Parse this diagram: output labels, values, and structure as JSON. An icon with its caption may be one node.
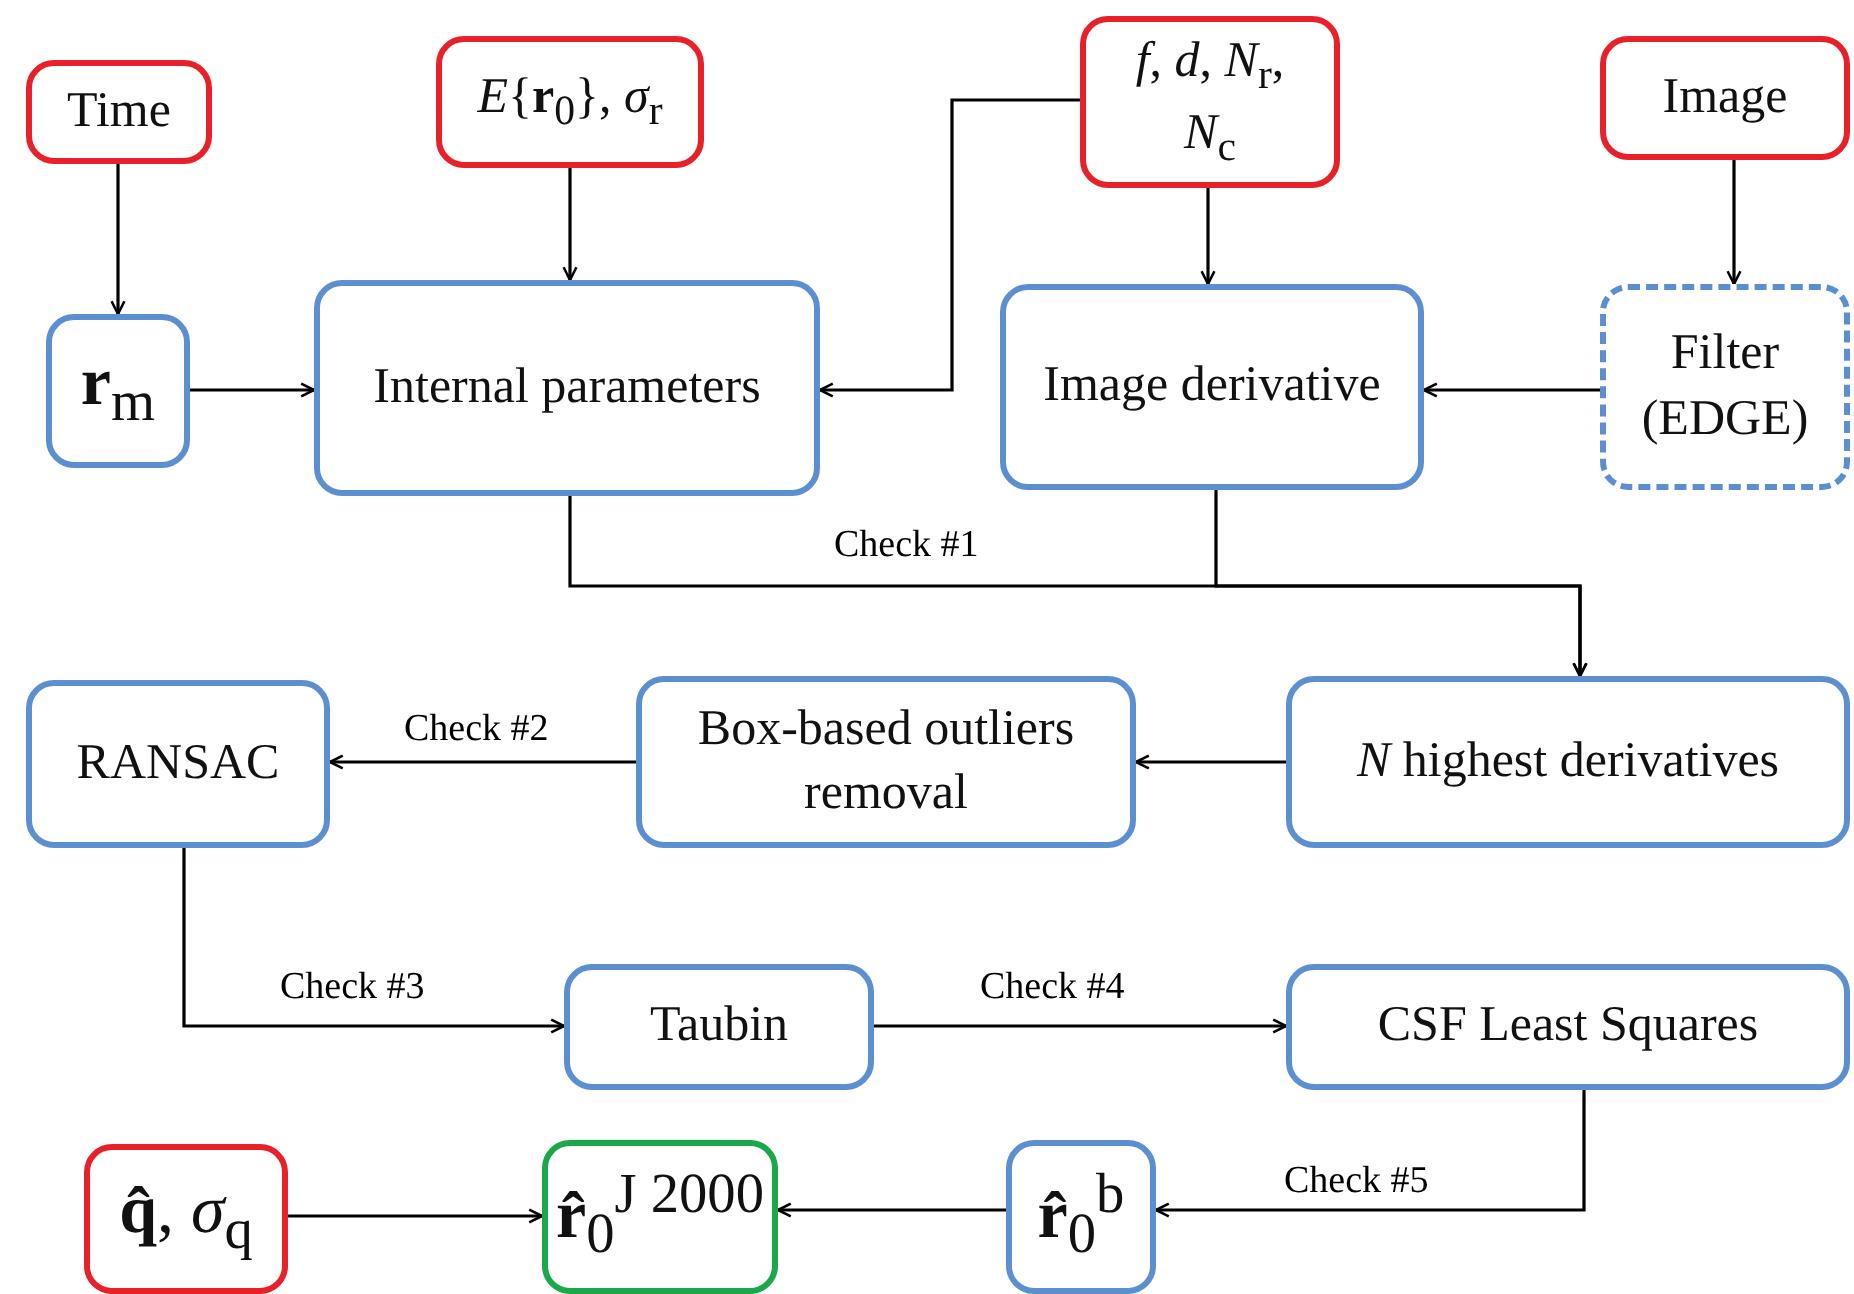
{
  "diagram": {
    "nodes": [
      {
        "text": [
          "Time"
        ]
      },
      {
        "text": [
          "*E*{**r**$_{0}$}, *σ*$_{r}$"
        ]
      },
      {
        "text": [
          "*f*, *d*, *N*$_{r}$, *N*$_{c}$"
        ]
      },
      {
        "text": [
          "Image"
        ]
      },
      {
        "text": [
          "**r**$_{m}$"
        ]
      },
      {
        "text": [
          "Internal parameters"
        ]
      },
      {
        "text": [
          "Image derivative"
        ]
      },
      {
        "text": [
          "Filter (EDGE)"
        ]
      },
      {
        "text": [
          "RANSAC"
        ]
      },
      {
        "text": [
          "Box-based outliers removal"
        ]
      },
      {
        "text": [
          "*N* highest derivatives"
        ]
      },
      {
        "text": [
          "Taubin"
        ]
      },
      {
        "text": [
          "CSF Least Squares"
        ]
      },
      {
        "text": [
          "**q̂**, *σ*$_{q}$"
        ]
      },
      {
        "text": [
          "**r̂**$_{0}$$^{J 2000}$"
        ]
      },
      {
        "text": [
          "**r̂**$_{0}$$^{b}$"
        ]
      }
    ],
    "edges": [
      {
        "from": 0,
        "to": 4,
        "arrow": "to"
      },
      {
        "from": 1,
        "to": 5,
        "arrow": "to"
      },
      {
        "from": 2,
        "to": 5,
        "arrow": "to"
      },
      {
        "from": 2,
        "to": 6,
        "arrow": "to"
      },
      {
        "from": 3,
        "to": 7,
        "arrow": "to"
      },
      {
        "from": 4,
        "to": 5,
        "arrow": "to"
      },
      {
        "from": 7,
        "to": 6,
        "arrow": "to"
      },
      {
        "from": 5,
        "to": 10,
        "arrow": "to",
        "label": "Check #1"
      },
      {
        "from": 6,
        "to": 10,
        "arrow": "to"
      },
      {
        "from": 10,
        "to": 9,
        "arrow": "to"
      },
      {
        "from": 9,
        "to": 8,
        "arrow": "to",
        "label": "Check #2"
      },
      {
        "from": 8,
        "to": 11,
        "arrow": "to",
        "label": "Check #3"
      },
      {
        "from": 11,
        "to": 12,
        "arrow": "to",
        "label": "Check #4"
      },
      {
        "from": 12,
        "to": 15,
        "arrow": "to",
        "label": "Check #5"
      },
      {
        "from": 15,
        "to": 14,
        "arrow": "to"
      },
      {
        "from": 13,
        "to": 14,
        "arrow": "to"
      }
    ]
  }
}
